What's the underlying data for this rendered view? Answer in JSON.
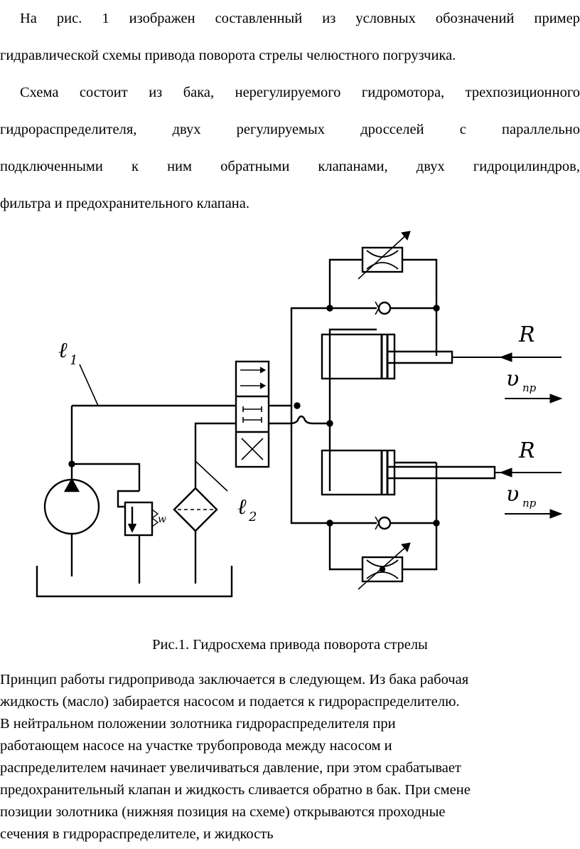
{
  "intro": {
    "p1_lines": [
      "На рис. 1 изображен составленный из условных обозначений пример",
      "гидравлической схемы привода поворота стрелы челюстного погрузчика."
    ],
    "p2_lines": [
      "Схема состоит из бака, нерегулируемого гидромотора, трехпозиционного",
      "гидрораспределителя, двух регулируемых дросселей с параллельно",
      "подключенными к ним обратными клапанами, двух гидроцилиндров,",
      "фильтра и предохранительного клапана."
    ]
  },
  "figure": {
    "labels": {
      "l1": "ℓ",
      "l1_sub": "1",
      "l2": "ℓ",
      "l2_sub": "2",
      "R_top": "R",
      "v_top": "υ",
      "v_top_sub": "пр",
      "R_bottom": "R",
      "v_bottom": "υ",
      "v_bottom_sub": "пр",
      "w": "w"
    },
    "caption": "Рис.1. Гидросхема привода поворота стрелы"
  },
  "body": {
    "p3_lines": [
      "Принцип работы гидропривода заключается в следующем. Из бака рабочая",
      "жидкость (масло) забирается насосом и подается к гидрораспределителю.",
      "В нейтральном положении золотника гидрораспределителя при",
      "работающем насосе на участке трубопровода между насосом и",
      "распределителем начинает увеличиваться давление, при этом срабатывает",
      "предохранительный клапан и жидкость сливается обратно в бак. При смене",
      "позиции золотника (нижняя позиция на схеме) открываются проходные",
      "сечения в гидрораспределителе, и жидкость"
    ]
  }
}
